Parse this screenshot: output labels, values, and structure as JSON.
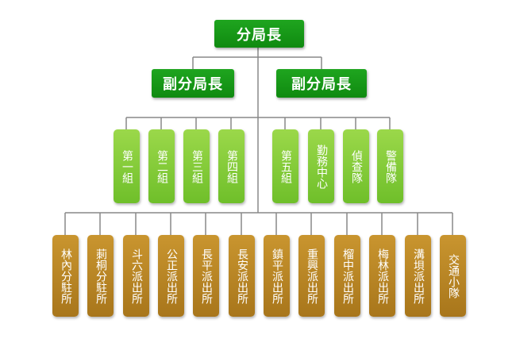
{
  "chart": {
    "root": "分局長",
    "deputies": [
      "副分局長",
      "副分局長"
    ],
    "units": [
      "第一組",
      "第二組",
      "第三組",
      "第四組",
      "第五組",
      "勤務中心",
      "偵查隊",
      "警備隊"
    ],
    "stations": [
      "林內分駐所",
      "莿桐分駐所",
      "斗六派出所",
      "公正派出所",
      "長平派出所",
      "長安派出所",
      "鎮平派出所",
      "重興派出所",
      "榴中派出所",
      "梅林派出所",
      "溝垻派出所",
      "交通小隊"
    ]
  },
  "colors": {
    "top": "#16991a",
    "mid": "#86cc3a",
    "bottom": "#b8852a",
    "line": "#888888"
  }
}
